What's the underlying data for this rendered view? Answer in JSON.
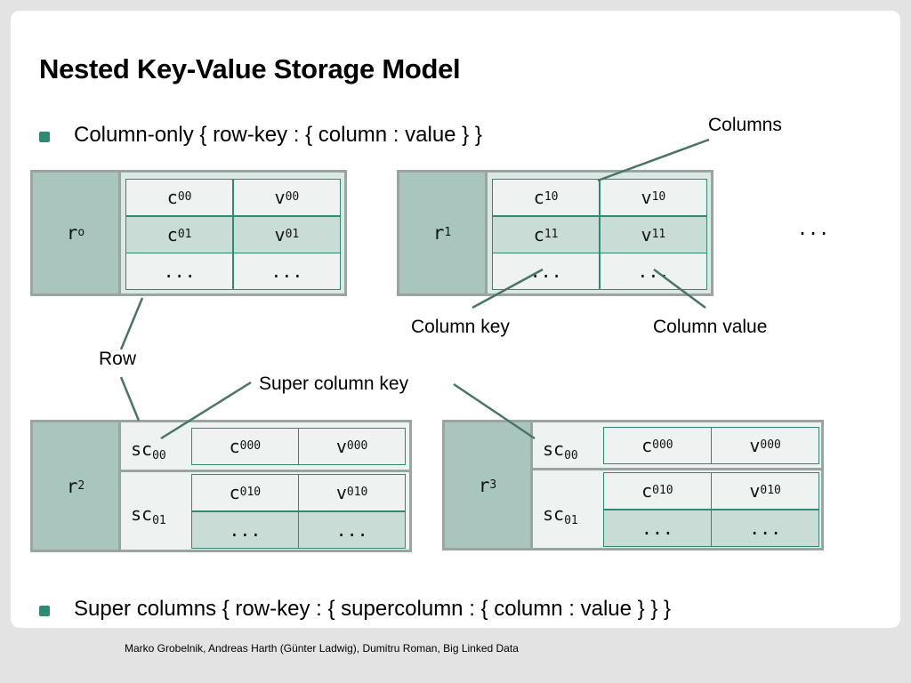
{
  "title": "Nested Key-Value Storage Model",
  "bullets": {
    "column_only": "Column-only { row-key : { column : value } }",
    "super_columns": "Super columns { row-key : { supercolumn : { column : value } } }"
  },
  "labels": {
    "columns": "Columns",
    "column_key": "Column key",
    "column_value": "Column value",
    "row": "Row",
    "super_column_key": "Super column key",
    "ellipsis": "..."
  },
  "rows": {
    "r0": {
      "key": "r",
      "sub": "o",
      "cells": [
        [
          "c",
          "00",
          "v",
          "00"
        ],
        [
          "c",
          "01",
          "v",
          "01"
        ],
        [
          "...",
          "",
          "...",
          ""
        ]
      ]
    },
    "r1": {
      "key": "r",
      "sub": "1",
      "cells": [
        [
          "c",
          "10",
          "v",
          "10"
        ],
        [
          "c",
          "11",
          "v",
          "11"
        ],
        [
          "...",
          "",
          "...",
          ""
        ]
      ]
    },
    "r2": {
      "key": "r",
      "sub": "2",
      "sc0": {
        "key": "sc",
        "sub": "00",
        "cells": [
          [
            "c",
            "000",
            "v",
            "000"
          ]
        ]
      },
      "sc1": {
        "key": "sc",
        "sub": "01",
        "cells": [
          [
            "c",
            "010",
            "v",
            "010"
          ],
          [
            "...",
            "",
            "...",
            ""
          ]
        ]
      }
    },
    "r3": {
      "key": "r",
      "sub": "3",
      "sc0": {
        "key": "sc",
        "sub": "00",
        "cells": [
          [
            "c",
            "000",
            "v",
            "000"
          ]
        ]
      },
      "sc1": {
        "key": "sc",
        "sub": "01",
        "cells": [
          [
            "c",
            "010",
            "v",
            "010"
          ],
          [
            "...",
            "",
            "...",
            ""
          ]
        ]
      }
    }
  },
  "footer": "Marko Grobelnik, Andreas Harth (Günter Ladwig), Dumitru Roman, Big Linked Data",
  "colors": {
    "accent": "#2e8b73",
    "rowkey_bg": "#a9c6be",
    "border": "#9aa5a2",
    "line": "#4a7469"
  }
}
